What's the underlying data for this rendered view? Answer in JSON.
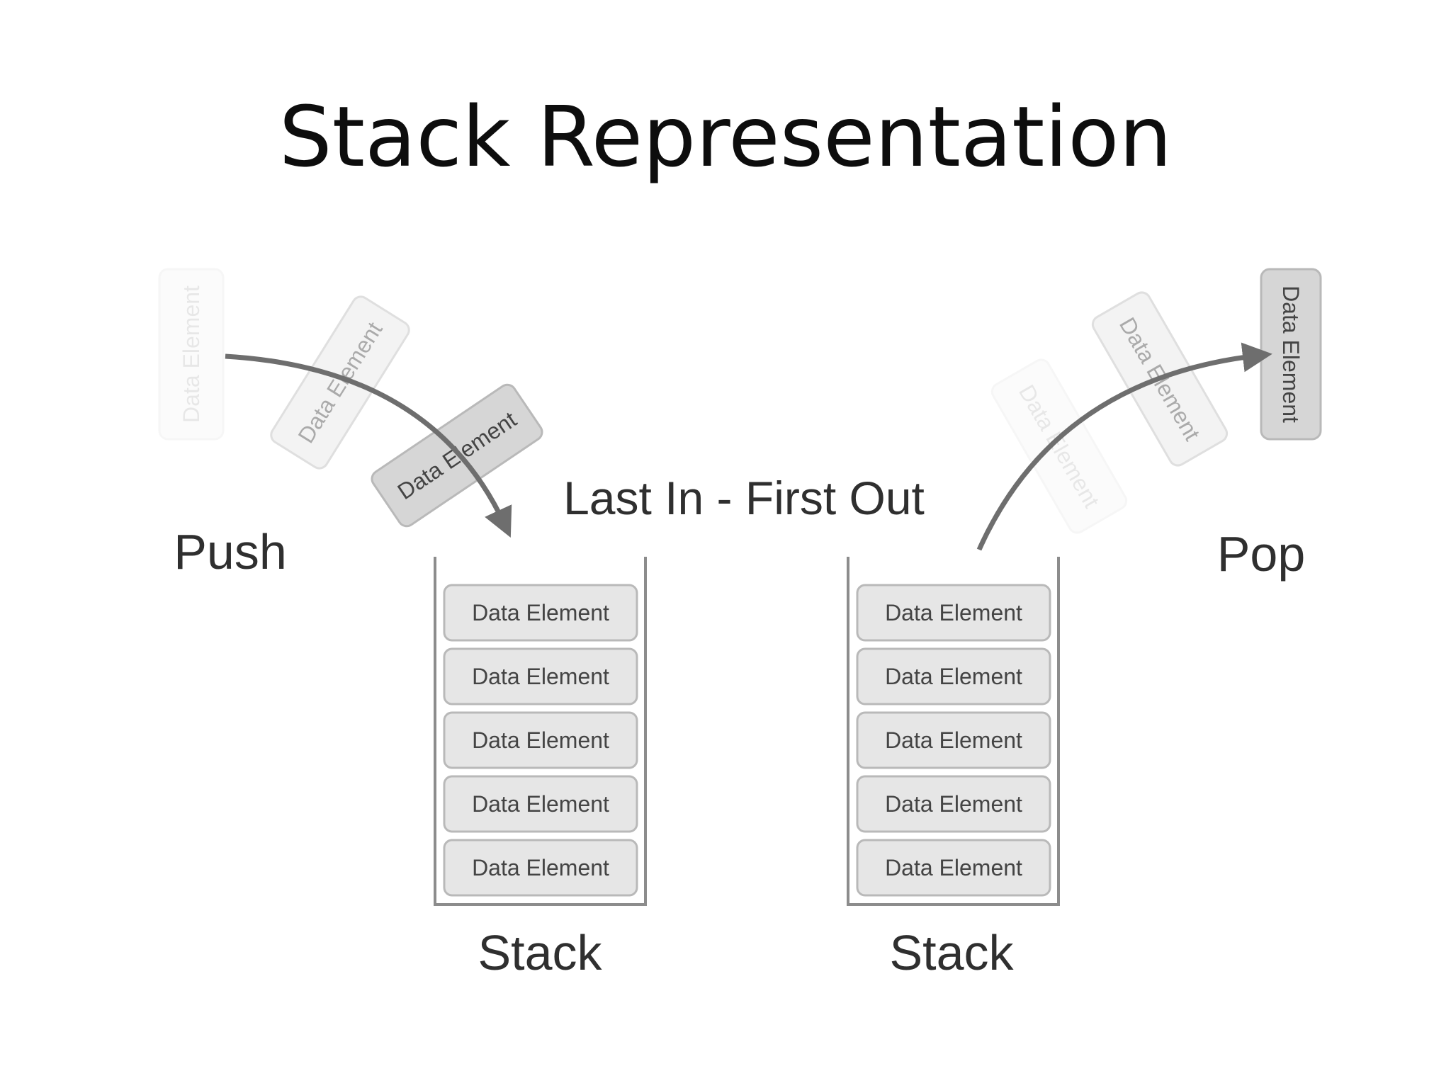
{
  "title": "Stack Representation",
  "lifo_label": "Last In - First Out",
  "push_label": "Push",
  "pop_label": "Pop",
  "stack_label": "Stack",
  "element_label": "Data Element",
  "left_stack_elements": [
    "Data Element",
    "Data Element",
    "Data Element",
    "Data Element",
    "Data Element"
  ],
  "right_stack_elements": [
    "Data Element",
    "Data Element",
    "Data Element",
    "Data Element",
    "Data Element"
  ],
  "colors": {
    "arrow": "#6e6e6e",
    "cell_fill": "#e6e6e6",
    "cell_stroke": "#b9b9b9",
    "wall": "#8c8c8c"
  }
}
